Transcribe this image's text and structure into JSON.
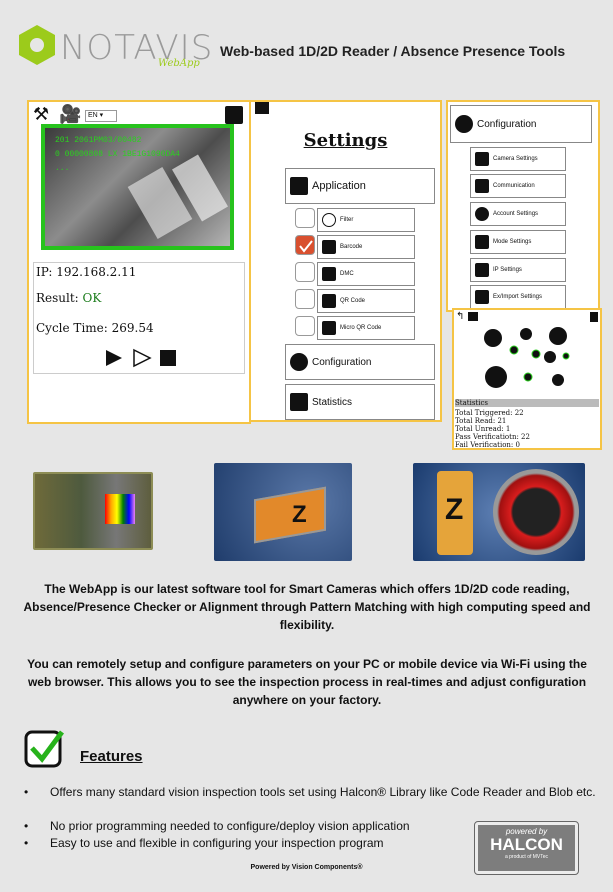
{
  "header": {
    "logo_main": "NOTAVIS",
    "logo_sub": "WebApp",
    "headline": "Web-based 1D/2D Reader / Absence Presence Tools",
    "brand_color": "#9ccb1b"
  },
  "reader": {
    "language": "EN",
    "overlay_lines": [
      "201 2061PM03/00482",
      "0 00000808 LX 1BE1G1090DA4",
      "..."
    ],
    "ip": "IP: 192.168.2.11",
    "result_label": "Result: ",
    "result_value": "OK",
    "cycle": "Cycle Time: 269.54"
  },
  "settings": {
    "title": "Settings",
    "application": "Application",
    "configuration": "Configuration",
    "statistics": "Statistics",
    "tools": [
      {
        "label": "Filter",
        "checked": false
      },
      {
        "label": "Barcode",
        "checked": true
      },
      {
        "label": "DMC",
        "checked": false
      },
      {
        "label": "QR Code",
        "checked": false
      },
      {
        "label": "Micro QR Code",
        "checked": false
      }
    ]
  },
  "config": {
    "title": "Configuration",
    "items": [
      "Camera Settings",
      "Communication",
      "Account Settings",
      "Mode Settings",
      "IP Settings",
      "Ex/Import Settings"
    ]
  },
  "stats": {
    "header": "Statistics",
    "lines": [
      "Total Triggered: 22",
      "Total Read: 21",
      "Total Unread: 1",
      "Pass Verificatiotn: 22",
      "Fail Verification: 0"
    ]
  },
  "body": {
    "para1": "The WebApp is our latest software tool for Smart Cameras which offers 1D/2D code reading, Absence/Presence Checker or Alignment through Pattern Matching with high computing speed and flexibility.",
    "para2": "You can remotely setup and configure parameters on your PC or mobile device via Wi-Fi using the web browser. This allows you to see the inspection process in  real-times and adjust configuration anywhere on your factory.",
    "features_title": "Features",
    "bullets": [
      "Offers many standard vision inspection tools set using Halcon® Library like Code Reader and Blob etc.",
      "No prior programming needed to configure/deploy vision application",
      "Easy to use and flexible in configuring your inspection program"
    ]
  },
  "halcon": {
    "powered": "powered by",
    "name": "HALCON",
    "product": "a product of MVTec"
  },
  "footer": "Powered by Vision Components®"
}
